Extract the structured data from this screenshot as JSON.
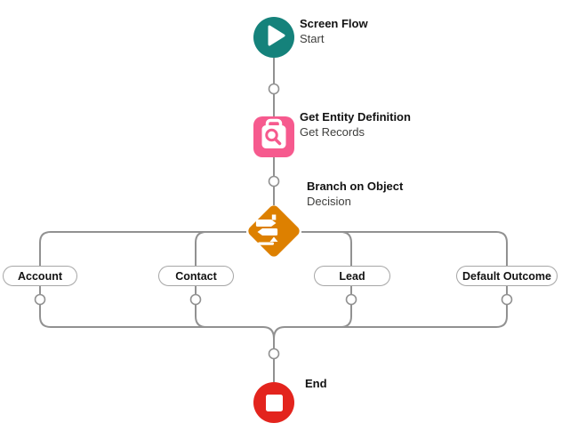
{
  "app": {
    "name": "flow-builder-canvas",
    "background": "#ffffff"
  },
  "colors": {
    "start_node": "#15827b",
    "get_records_node": "#f65a8e",
    "decision_node": "#dd8000",
    "end_node": "#e3241d",
    "connector_line": "#919191",
    "pill_border": "#a6a6a6",
    "title_text": "#121212",
    "subtitle_text": "#3e3e3c"
  },
  "nodes": [
    {
      "id": "start",
      "title": "Screen Flow",
      "subtitle": "Start",
      "icon": "play-icon",
      "shape": "circle",
      "color": "#15827b"
    },
    {
      "id": "get-records",
      "title": "Get Entity Definition",
      "subtitle": "Get Records",
      "icon": "record-lookup-icon",
      "shape": "rounded-square",
      "color": "#f65a8e"
    },
    {
      "id": "decision",
      "title": "Branch on Object",
      "subtitle": "Decision",
      "icon": "signpost-icon",
      "shape": "diamond",
      "color": "#dd8000"
    },
    {
      "id": "end",
      "title": "End",
      "subtitle": "",
      "icon": "stop-icon",
      "shape": "circle",
      "color": "#e3241d"
    }
  ],
  "branches": [
    {
      "label": "Account"
    },
    {
      "label": "Contact"
    },
    {
      "label": "Lead"
    },
    {
      "label": "Default Outcome"
    }
  ]
}
